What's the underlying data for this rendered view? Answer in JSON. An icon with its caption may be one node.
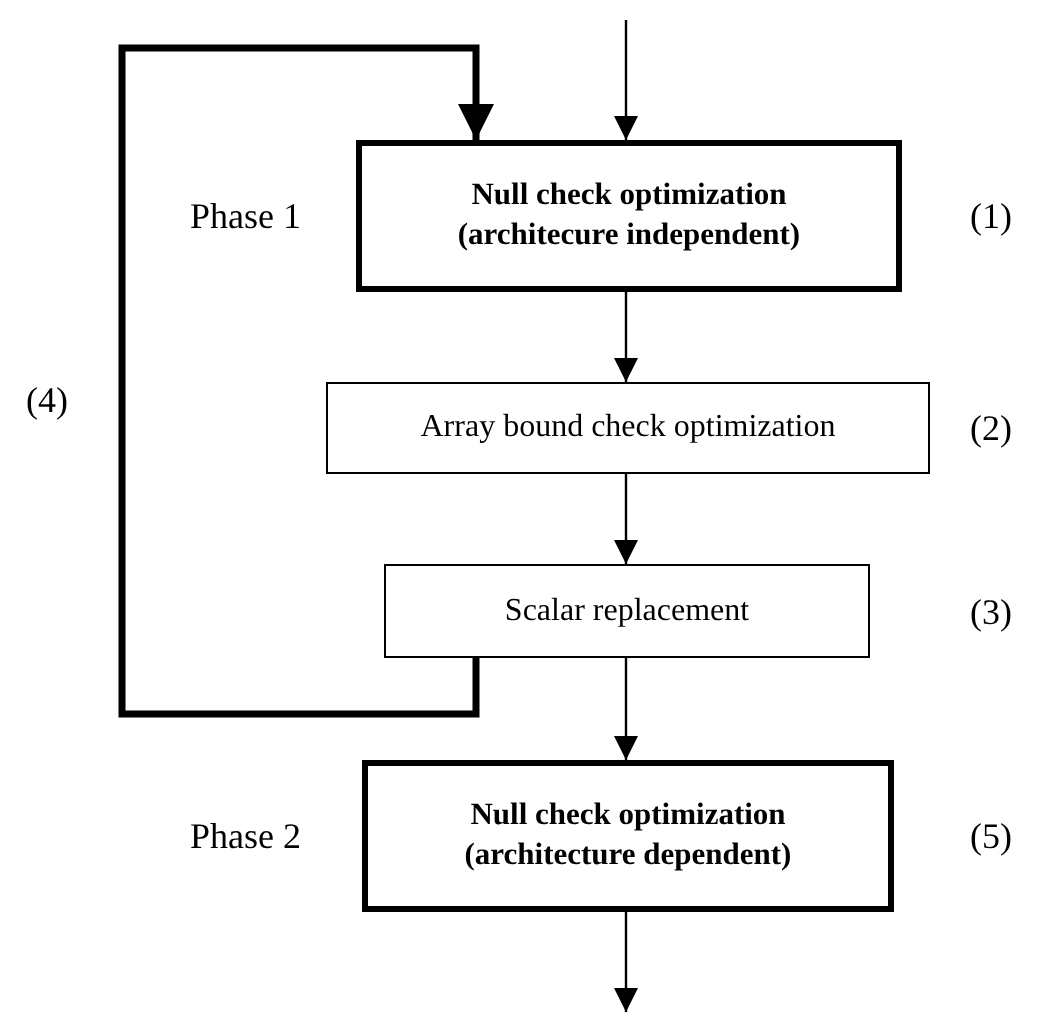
{
  "diagram": {
    "nodes": [
      {
        "text": [
          "Null check optimization (architecure independent)"
        ],
        "beside": [
          "Phase 1",
          "(1)"
        ]
      },
      {
        "text": [
          "Array bound check optimization"
        ],
        "beside": [
          "(2)"
        ]
      },
      {
        "text": [
          "Scalar replacement"
        ],
        "beside": [
          "(3)"
        ]
      },
      {
        "text": [
          "Null check optimization (architecture dependent)"
        ],
        "beside": [
          "Phase 2",
          "(5)"
        ]
      }
    ],
    "edges": [
      {
        "from": null,
        "to": 0,
        "arrow": "to"
      },
      {
        "from": 0,
        "to": 1,
        "arrow": "to"
      },
      {
        "from": 1,
        "to": 2,
        "arrow": "to"
      },
      {
        "from": 2,
        "to": 3,
        "arrow": "to"
      },
      {
        "from": 2,
        "to": 0,
        "arrow": "to",
        "style": "thick",
        "label": "(4)"
      },
      {
        "from": 3,
        "to": null,
        "arrow": "to"
      }
    ]
  }
}
